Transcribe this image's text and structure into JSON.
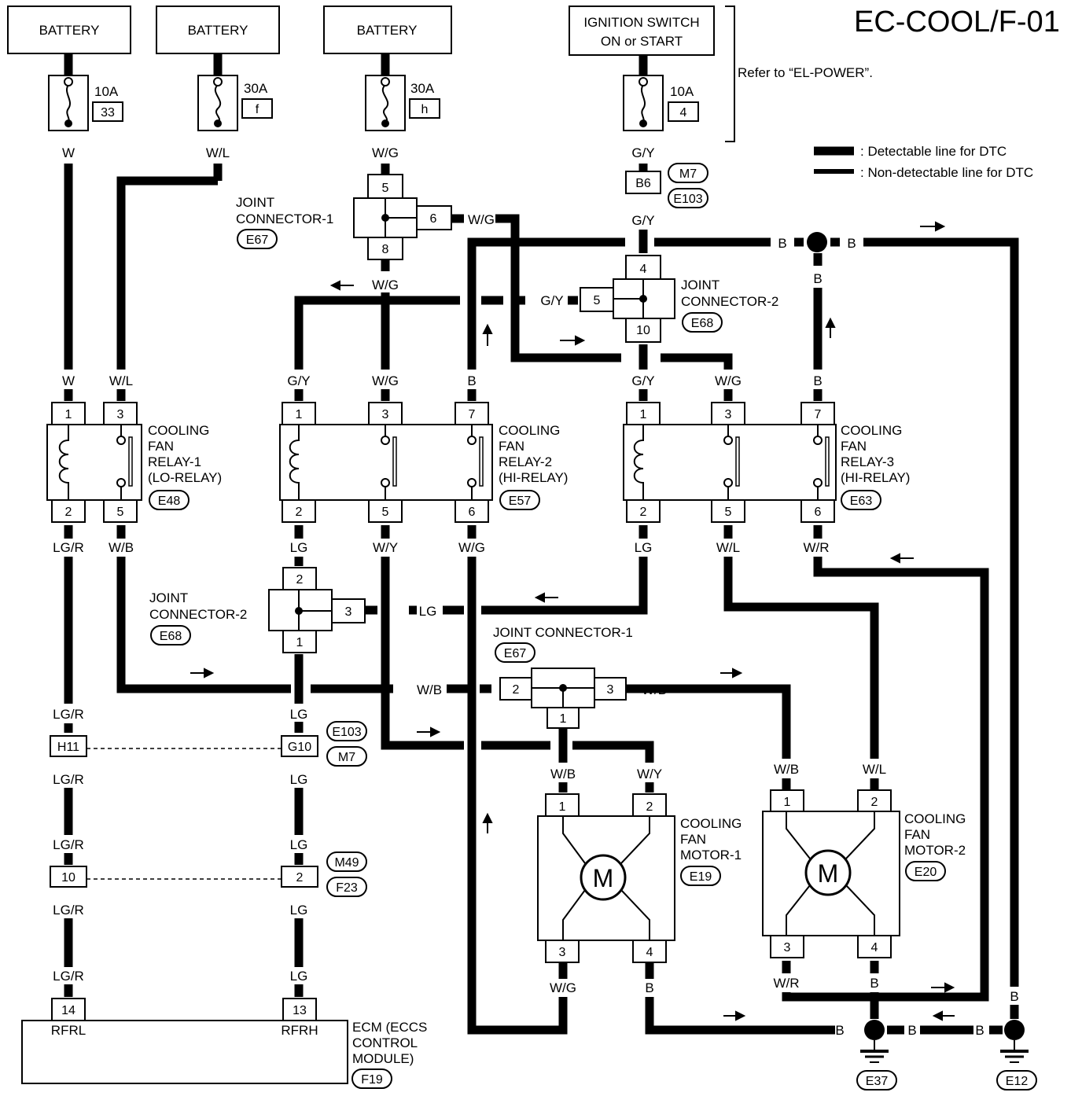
{
  "title": "EC-COOL/F-01",
  "note": "Refer to “EL-POWER”.",
  "legend": {
    "detectable": ": Detectable line for DTC",
    "non_detectable": ": Non-detectable line for DTC"
  },
  "sources": {
    "battery1": "BATTERY",
    "battery2": "BATTERY",
    "battery3": "BATTERY",
    "ign1": "IGNITION SWITCH",
    "ign2": "ON or START"
  },
  "fuses": [
    {
      "amp": "10A",
      "id": "33"
    },
    {
      "amp": "30A",
      "id": "f"
    },
    {
      "amp": "30A",
      "id": "h"
    },
    {
      "amp": "10A",
      "id": "4"
    }
  ],
  "wires": {
    "w": "W",
    "wl": "W/L",
    "wg": "W/G",
    "gy": "G/Y",
    "b": "B",
    "lgr": "LG/R",
    "wb": "W/B",
    "lg": "LG",
    "wy": "W/Y",
    "wr": "W/R"
  },
  "connectors": {
    "m7": "M7",
    "e103": "E103",
    "b6": "B6",
    "e67": "E67",
    "e68": "E68",
    "e48": "E48",
    "e57": "E57",
    "e63": "E63",
    "h11": "H11",
    "g10": "G10",
    "m49": "M49",
    "f23": "F23",
    "e19": "E19",
    "e20": "E20",
    "f19": "F19",
    "e37": "E37",
    "e12": "E12"
  },
  "joints": {
    "jc1": "JOINT",
    "jc1b": "CONNECTOR-1",
    "jc2": "JOINT",
    "jc2b": "CONNECTOR-2",
    "jc2_lower": "JOINT",
    "jc2_lowerb": "CONNECTOR-2",
    "jc1_lower": "JOINT CONNECTOR-1"
  },
  "relays": {
    "l1": "COOLING",
    "l2": "FAN",
    "r1_l3": "RELAY-1",
    "r1_l4": "(LO-RELAY)",
    "r2_l3": "RELAY-2",
    "r2_l4": "(HI-RELAY)",
    "r3_l3": "RELAY-3",
    "r3_l4": "(HI-RELAY)"
  },
  "motors": {
    "l1": "COOLING",
    "l2": "FAN",
    "m1_l3": "MOTOR-1",
    "m2_l3": "MOTOR-2",
    "m": "M"
  },
  "ecm": {
    "l1": "ECM (ECCS",
    "l2": "CONTROL",
    "l3": "MODULE)",
    "rfrl": "RFRL",
    "rfrh": "RFRH"
  },
  "pins": [
    "1",
    "2",
    "3",
    "4",
    "5",
    "6",
    "7",
    "8",
    "10",
    "13",
    "14"
  ]
}
